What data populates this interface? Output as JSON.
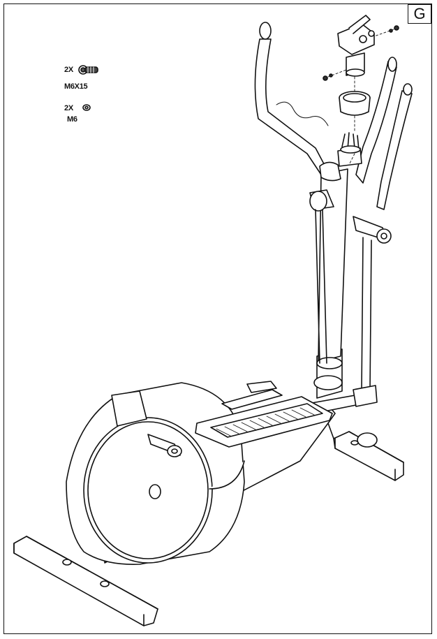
{
  "step_letter": "G",
  "parts": [
    {
      "quantity": "2X",
      "spec": "M6X15",
      "icon": "bolt-icon"
    },
    {
      "quantity": "2X",
      "spec": "M6",
      "icon": "washer-icon"
    }
  ]
}
